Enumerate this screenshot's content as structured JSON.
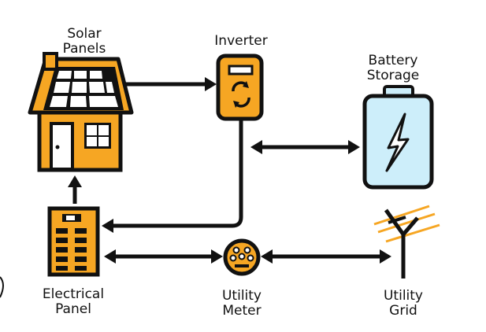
{
  "labels": {
    "solar_line1": "Solar",
    "solar_line2": "Panels",
    "inverter": "Inverter",
    "battery_line1": "Battery",
    "battery_line2": "Storage",
    "panel_line1": "Electrical",
    "panel_line2": "Panel",
    "meter_line1": "Utility",
    "meter_line2": "Meter",
    "grid_line1": "Utility",
    "grid_line2": "Grid"
  },
  "colors": {
    "orange": "#F6A623",
    "outline": "#111111",
    "battery_fill": "#CDEEFA",
    "solar_cell": "#FFFFFF",
    "grid_lines": "#F6A623"
  }
}
